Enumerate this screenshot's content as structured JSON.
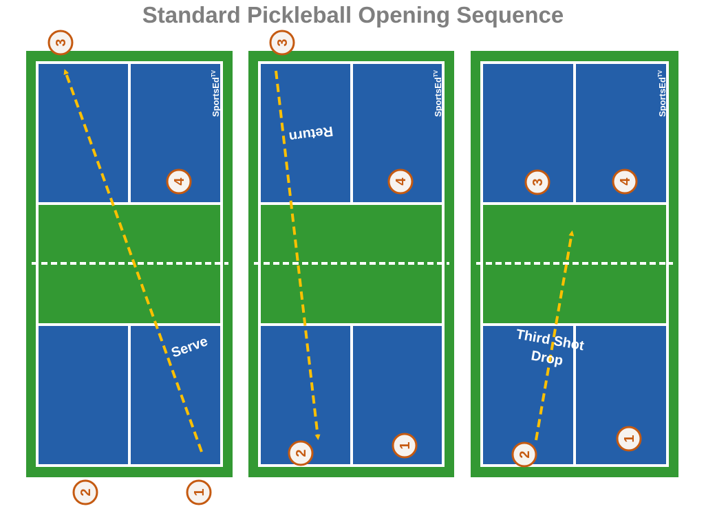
{
  "title": "Standard Pickleball Opening Sequence",
  "logo": "SportsEd",
  "logo_tm": "TV",
  "colors": {
    "court_green": "#339933",
    "court_blue": "#245fa9",
    "ball_path": "#ffc000",
    "player_ring": "#c55a11",
    "title": "#7f7f7f"
  },
  "courts": [
    {
      "name": "serve",
      "shot_label": "Serve",
      "players": [
        "1",
        "2",
        "3",
        "4"
      ]
    },
    {
      "name": "return",
      "shot_label": "Return",
      "players": [
        "1",
        "2",
        "3",
        "4"
      ]
    },
    {
      "name": "third-shot",
      "shot_label_line1": "Third Shot",
      "shot_label_line2": "Drop",
      "players": [
        "1",
        "2",
        "3",
        "4"
      ]
    }
  ]
}
